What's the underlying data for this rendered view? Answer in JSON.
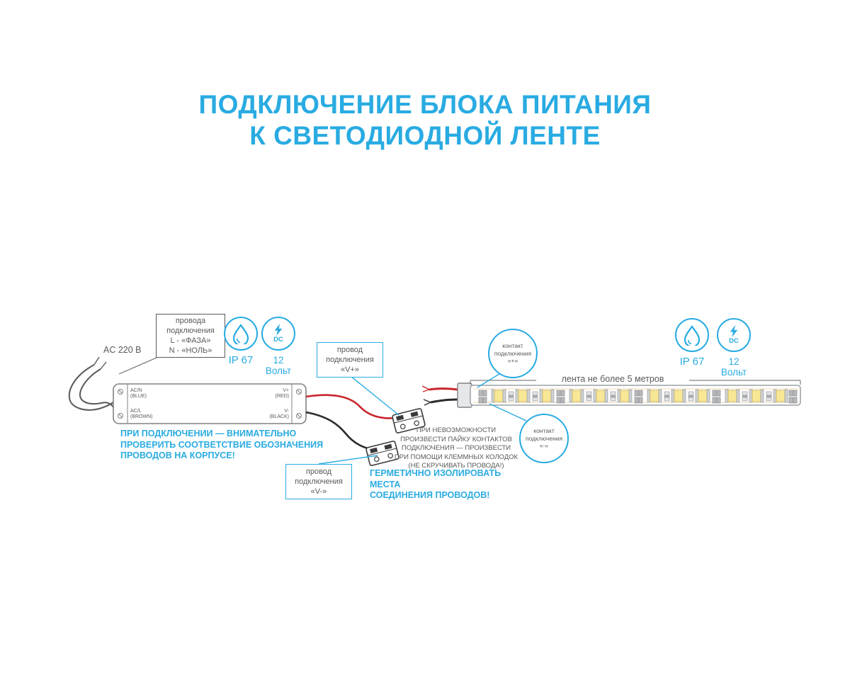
{
  "colors": {
    "accent": "#29abe2",
    "ink": "#58595b",
    "wire_red": "#c9252c",
    "wire_black": "#2b2b2b",
    "led_yellow": "#f8e896"
  },
  "icons": {
    "ip_badge": "water-drop-icon",
    "dc_badge": "lightning-icon"
  },
  "title": {
    "line1": "ПОДКЛЮЧЕНИЕ БЛОКА ПИТАНИЯ",
    "line2": "К СВЕТОДИОДНОЙ ЛЕНТЕ"
  },
  "badges": {
    "ip_label": "IP 67",
    "dc_text": "DC",
    "volt_line1": "12",
    "volt_line2": "Вольт"
  },
  "psu": {
    "ac_input_label": "AC 220 В",
    "input_box": {
      "line1": "провода",
      "line2": "подключения",
      "line3": "L - «ФАЗА»",
      "line4": "N - «НОЛЬ»"
    },
    "terminals": {
      "top_left": {
        "line1": "AC/N",
        "line2": "(BLUE)"
      },
      "bottom_left": {
        "line1": "AC/L",
        "line2": "(BROWN)"
      },
      "top_right": {
        "line1": "V+",
        "line2": "(RED)"
      },
      "bottom_right": {
        "line1": "V-",
        "line2": "(BLACK)"
      }
    },
    "warning": {
      "line1": "ПРИ ПОДКЛЮЧЕНИИ — ВНИМАТЕЛЬНО",
      "line2": "ПРОВЕРИТЬ СООТВЕТСТВИЕ ОБОЗНАЧЕНИЯ",
      "line3": "ПРОВОДОВ НА КОРПУСЕ!"
    }
  },
  "connection": {
    "vplus_box": {
      "line1": "провод",
      "line2": "подключения",
      "line3": "«V+»"
    },
    "vminus_box": {
      "line1": "провод",
      "line2": "подключения",
      "line3": "«V-»"
    },
    "clamp_note": {
      "line1": "ПРИ НЕВОЗМОЖНОСТИ",
      "line2": "ПРОИЗВЕСТИ ПАЙКУ КОНТАКТОВ",
      "line3": "ПОДКЛЮЧЕНИЯ — ПРОИЗВЕСТИ",
      "line4": "ПРИ ПОМОЩИ КЛЕММНЫХ КОЛОДОК",
      "line5": "(НЕ СКРУЧИВАТЬ ПРОВОДА!)"
    },
    "seal_note": {
      "line1": "ГЕРМЕТИЧНО ИЗОЛИРОВАТЬ МЕСТА",
      "line2": "СОЕДИНЕНИЯ ПРОВОДОВ!"
    }
  },
  "strip": {
    "plus_contact": {
      "line1": "контакт",
      "line2": "подключения",
      "line3": "«+»"
    },
    "minus_contact": {
      "line1": "контакт",
      "line2": "подключения",
      "line3": "«-»"
    },
    "length_note": "лента не более 5 метров"
  }
}
